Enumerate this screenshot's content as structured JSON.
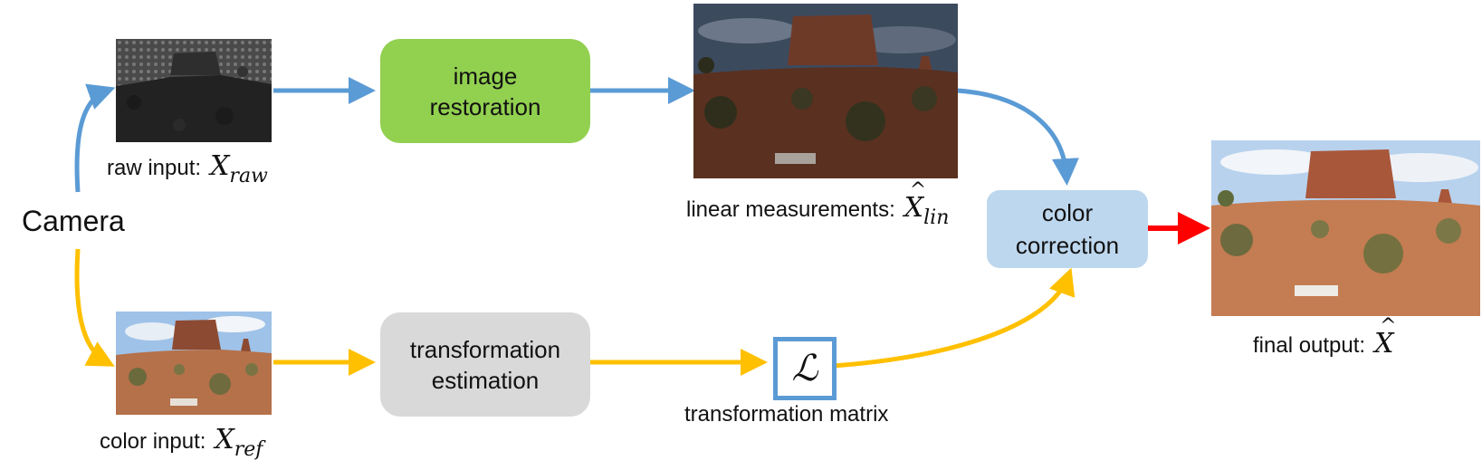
{
  "camera": {
    "label": "Camera"
  },
  "raw_input": {
    "label": "raw input:",
    "symbol": "X",
    "subscript": "raw"
  },
  "color_input": {
    "label": "color input:",
    "symbol": "X",
    "subscript": "ref"
  },
  "image_restoration": {
    "line1": "image",
    "line2": "restoration"
  },
  "transformation_estimation": {
    "line1": "transformation",
    "line2": "estimation"
  },
  "linear_measurements": {
    "label": "linear measurements:",
    "symbol": "X",
    "subscript": "lin"
  },
  "transformation_matrix": {
    "symbol": "ℒ",
    "label": "transformation matrix"
  },
  "color_correction": {
    "line1": "color",
    "line2": "correction"
  },
  "final_output": {
    "label": "final output:",
    "symbol": "X"
  },
  "colors": {
    "blue_arrow": "#5b9bd5",
    "yellow_arrow": "#ffc000",
    "red_arrow": "#ff0000",
    "restoration_box": "#92d050",
    "estimation_box": "#d9d9d9",
    "correction_box": "#bdd7ee"
  }
}
